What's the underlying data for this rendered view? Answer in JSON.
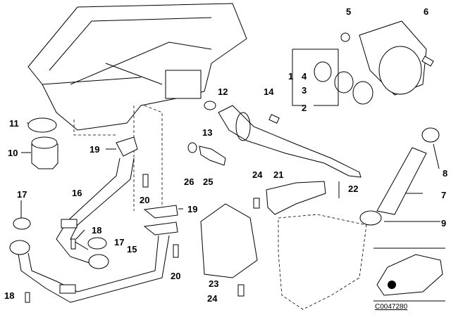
{
  "diagram": {
    "part_labels": [
      "1",
      "2",
      "3",
      "4",
      "5",
      "6",
      "7",
      "8",
      "9",
      "10",
      "11",
      "12",
      "13",
      "14",
      "15",
      "16",
      "17",
      "17",
      "18",
      "18",
      "19",
      "19",
      "20",
      "20",
      "21",
      "22",
      "23",
      "24",
      "24",
      "25",
      "26"
    ],
    "code": "C0047280"
  }
}
